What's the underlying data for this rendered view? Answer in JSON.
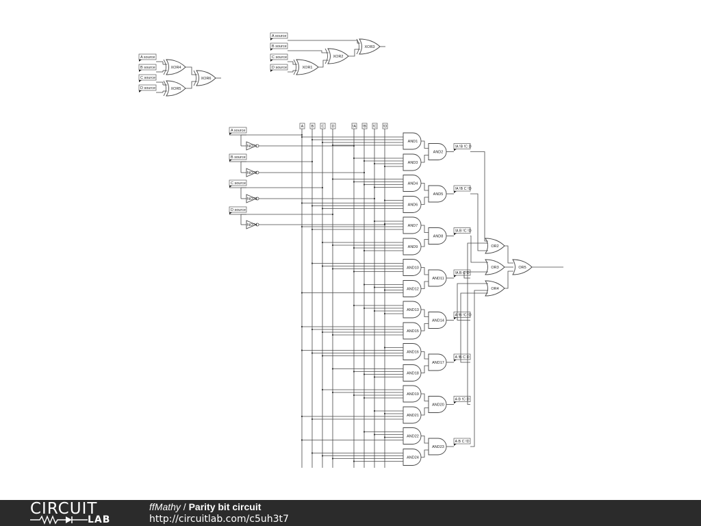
{
  "footer": {
    "logo_top": "CIRCUIT",
    "logo_bottom": "LAB",
    "author": "ffMathy",
    "separator": " / ",
    "title": "Parity bit circuit",
    "url": "http://circuitlab.com/c5uh3t7"
  },
  "xor_group_a": {
    "sources": [
      "A source",
      "B source",
      "C source",
      "D source"
    ],
    "gates": [
      "XOR4",
      "XOR5",
      "XOR6"
    ]
  },
  "xor_group_b": {
    "sources": [
      "A source",
      "B source",
      "C source",
      "D source"
    ],
    "gates": [
      "XOR1",
      "XOR2",
      "XOR3"
    ]
  },
  "sop": {
    "sources": [
      "A source",
      "B source",
      "C source",
      "D source"
    ],
    "not_gates": [
      "NOT1",
      "NOT2",
      "NOT3",
      "NOT4"
    ],
    "bus_labels": [
      "A",
      "B",
      "C",
      "D",
      "!A",
      "!B",
      "!C",
      "!D"
    ],
    "and_pairs": [
      {
        "top": "AND1",
        "bottom": "AND3",
        "out": "AND2",
        "term": "!A !B !C D"
      },
      {
        "top": "AND4",
        "bottom": "AND6",
        "out": "AND5",
        "term": "!A !B C !D"
      },
      {
        "top": "AND7",
        "bottom": "AND9",
        "out": "AND8",
        "term": "!A B !C !D"
      },
      {
        "top": "AND10",
        "bottom": "AND12",
        "out": "AND11",
        "term": "!A B C D"
      },
      {
        "top": "AND13",
        "bottom": "AND15",
        "out": "AND14",
        "term": "A !B !C !D"
      },
      {
        "top": "AND16",
        "bottom": "AND18",
        "out": "AND17",
        "term": "A !B C D"
      },
      {
        "top": "AND19",
        "bottom": "AND21",
        "out": "AND20",
        "term": "A B !C D"
      },
      {
        "top": "AND22",
        "bottom": "AND24",
        "out": "AND23",
        "term": "A B C !D"
      }
    ],
    "or_gates": [
      "OR2",
      "OR3",
      "OR4"
    ],
    "final_or": "OR5"
  }
}
